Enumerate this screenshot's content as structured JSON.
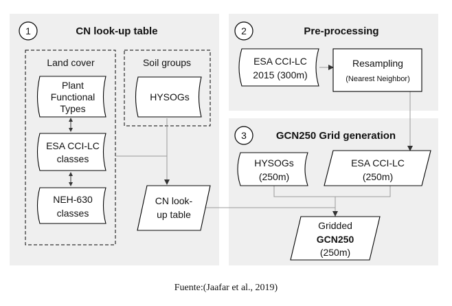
{
  "panels": {
    "p1": {
      "number": "1",
      "title": "CN look-up table"
    },
    "p2": {
      "number": "2",
      "title": "Pre-processing"
    },
    "p3": {
      "number": "3",
      "title": "GCN250 Grid generation"
    }
  },
  "groups": {
    "land_cover": "Land cover",
    "soil_groups": "Soil groups"
  },
  "nodes": {
    "plant_functional_types": [
      "Plant",
      "Functional",
      "Types"
    ],
    "esa_classes": [
      "ESA CCI-LC",
      "classes"
    ],
    "neh_classes": [
      "NEH-630",
      "classes"
    ],
    "hysogs": "HYSOGs",
    "cn_lookup": [
      "CN look-",
      "up table"
    ],
    "esa_2015": [
      "ESA CCI-LC",
      "2015 (300m)"
    ],
    "resampling": {
      "title": "Resampling",
      "subtitle": "(Nearest Neighbor)"
    },
    "hysogs_250": [
      "HYSOGs",
      "(250m)"
    ],
    "esa_250": [
      "ESA CCI-LC",
      "(250m)"
    ],
    "gridded": [
      "Gridded",
      "GCN250",
      "(250m)"
    ]
  },
  "caption": "Fuente:(Jaafar et al., 2019)",
  "colors": {
    "panel_bg": "#efefef",
    "stroke": "#000000",
    "arrow": "#9a9a9a",
    "text": "#111111"
  }
}
